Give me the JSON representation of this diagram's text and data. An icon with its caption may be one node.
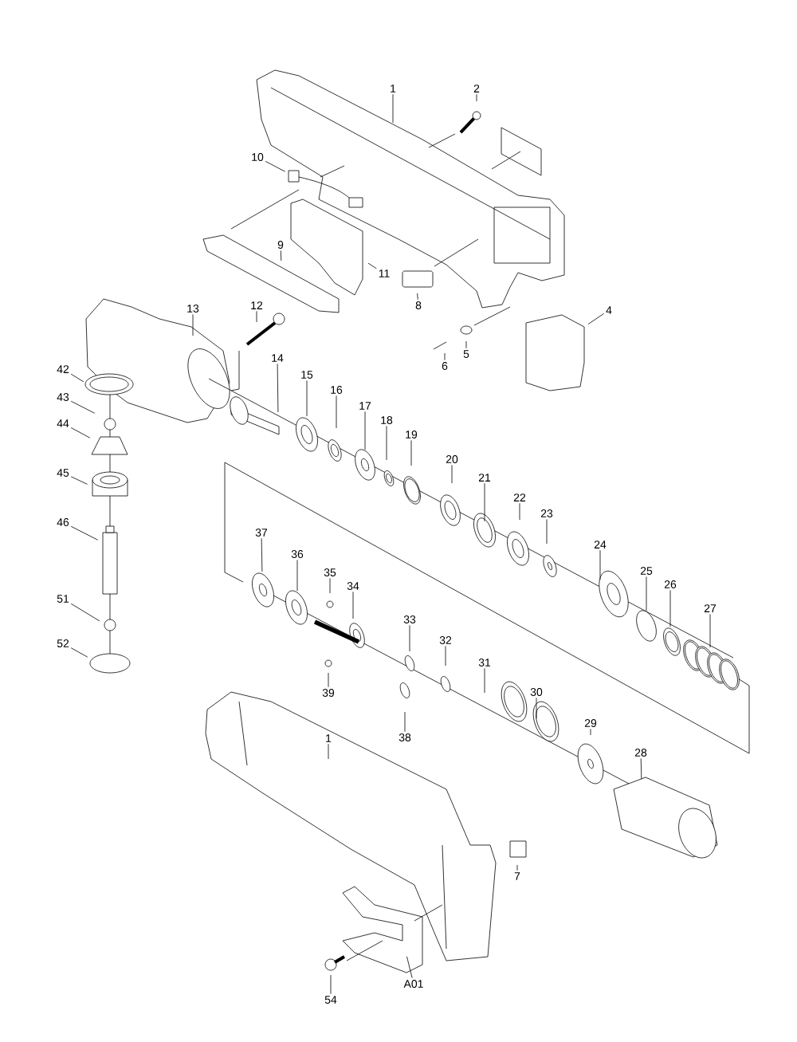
{
  "diagram": {
    "nodes": [
      {
        "text": [
          "1"
        ]
      },
      {
        "text": [
          "2"
        ]
      },
      {
        "text": [
          "10"
        ]
      },
      {
        "text": [
          "9"
        ]
      },
      {
        "text": [
          "11"
        ]
      },
      {
        "text": [
          "8"
        ]
      },
      {
        "text": [
          "13"
        ]
      },
      {
        "text": [
          "12"
        ]
      },
      {
        "text": [
          "4"
        ]
      },
      {
        "text": [
          "5"
        ]
      },
      {
        "text": [
          "6"
        ]
      },
      {
        "text": [
          "14"
        ]
      },
      {
        "text": [
          "42"
        ]
      },
      {
        "text": [
          "15"
        ]
      },
      {
        "text": [
          "43"
        ]
      },
      {
        "text": [
          "16"
        ]
      },
      {
        "text": [
          "17"
        ]
      },
      {
        "text": [
          "44"
        ]
      },
      {
        "text": [
          "18"
        ]
      },
      {
        "text": [
          "19"
        ]
      },
      {
        "text": [
          "20"
        ]
      },
      {
        "text": [
          "45"
        ]
      },
      {
        "text": [
          "21"
        ]
      },
      {
        "text": [
          "22"
        ]
      },
      {
        "text": [
          "23"
        ]
      },
      {
        "text": [
          "37"
        ]
      },
      {
        "text": [
          "36"
        ]
      },
      {
        "text": [
          "46"
        ]
      },
      {
        "text": [
          "24"
        ]
      },
      {
        "text": [
          "35"
        ]
      },
      {
        "text": [
          "34"
        ]
      },
      {
        "text": [
          "25"
        ]
      },
      {
        "text": [
          "26"
        ]
      },
      {
        "text": [
          "27"
        ]
      },
      {
        "text": [
          "51"
        ]
      },
      {
        "text": [
          "33"
        ]
      },
      {
        "text": [
          "32"
        ]
      },
      {
        "text": [
          "52"
        ]
      },
      {
        "text": [
          "31"
        ]
      },
      {
        "text": [
          "39"
        ]
      },
      {
        "text": [
          "30"
        ]
      },
      {
        "text": [
          "38"
        ]
      },
      {
        "text": [
          "29"
        ]
      },
      {
        "text": [
          "1"
        ]
      },
      {
        "text": [
          "28"
        ]
      },
      {
        "text": [
          "7"
        ]
      },
      {
        "text": [
          "54"
        ]
      },
      {
        "text": [
          "A01"
        ]
      }
    ],
    "edges": [
      {
        "from": 0,
        "to": null,
        "arrow": "none"
      },
      {
        "from": 1,
        "to": null,
        "arrow": "none"
      },
      {
        "from": 2,
        "to": null,
        "arrow": "none"
      },
      {
        "from": 3,
        "to": null,
        "arrow": "none"
      },
      {
        "from": 4,
        "to": null,
        "arrow": "none"
      },
      {
        "from": 5,
        "to": null,
        "arrow": "none"
      },
      {
        "from": 6,
        "to": null,
        "arrow": "none"
      },
      {
        "from": 7,
        "to": null,
        "arrow": "none"
      },
      {
        "from": 8,
        "to": null,
        "arrow": "none"
      },
      {
        "from": 9,
        "to": null,
        "arrow": "none"
      },
      {
        "from": 10,
        "to": null,
        "arrow": "none"
      },
      {
        "from": 11,
        "to": null,
        "arrow": "none"
      },
      {
        "from": 12,
        "to": null,
        "arrow": "none"
      },
      {
        "from": 13,
        "to": null,
        "arrow": "none"
      },
      {
        "from": 14,
        "to": null,
        "arrow": "none"
      },
      {
        "from": 15,
        "to": null,
        "arrow": "none"
      },
      {
        "from": 16,
        "to": null,
        "arrow": "none"
      },
      {
        "from": 17,
        "to": null,
        "arrow": "none"
      },
      {
        "from": 18,
        "to": null,
        "arrow": "none"
      },
      {
        "from": 19,
        "to": null,
        "arrow": "none"
      },
      {
        "from": 20,
        "to": null,
        "arrow": "none"
      },
      {
        "from": 21,
        "to": null,
        "arrow": "none"
      },
      {
        "from": 22,
        "to": null,
        "arrow": "none"
      },
      {
        "from": 23,
        "to": null,
        "arrow": "none"
      },
      {
        "from": 24,
        "to": null,
        "arrow": "none"
      },
      {
        "from": 25,
        "to": null,
        "arrow": "none"
      },
      {
        "from": 26,
        "to": null,
        "arrow": "none"
      },
      {
        "from": 27,
        "to": null,
        "arrow": "none"
      },
      {
        "from": 28,
        "to": null,
        "arrow": "none"
      },
      {
        "from": 29,
        "to": null,
        "arrow": "none"
      },
      {
        "from": 30,
        "to": null,
        "arrow": "none"
      },
      {
        "from": 31,
        "to": null,
        "arrow": "none"
      },
      {
        "from": 32,
        "to": null,
        "arrow": "none"
      },
      {
        "from": 33,
        "to": null,
        "arrow": "none"
      },
      {
        "from": 34,
        "to": null,
        "arrow": "none"
      },
      {
        "from": 35,
        "to": null,
        "arrow": "none"
      },
      {
        "from": 36,
        "to": null,
        "arrow": "none"
      },
      {
        "from": 37,
        "to": null,
        "arrow": "none"
      },
      {
        "from": 38,
        "to": null,
        "arrow": "none"
      },
      {
        "from": 39,
        "to": null,
        "arrow": "none"
      },
      {
        "from": 40,
        "to": null,
        "arrow": "none"
      },
      {
        "from": 41,
        "to": null,
        "arrow": "none"
      },
      {
        "from": 42,
        "to": null,
        "arrow": "none"
      },
      {
        "from": 43,
        "to": null,
        "arrow": "none"
      },
      {
        "from": 44,
        "to": null,
        "arrow": "none"
      },
      {
        "from": 45,
        "to": null,
        "arrow": "none"
      },
      {
        "from": 46,
        "to": null,
        "arrow": "none"
      },
      {
        "from": 47,
        "to": null,
        "arrow": "none"
      }
    ]
  }
}
